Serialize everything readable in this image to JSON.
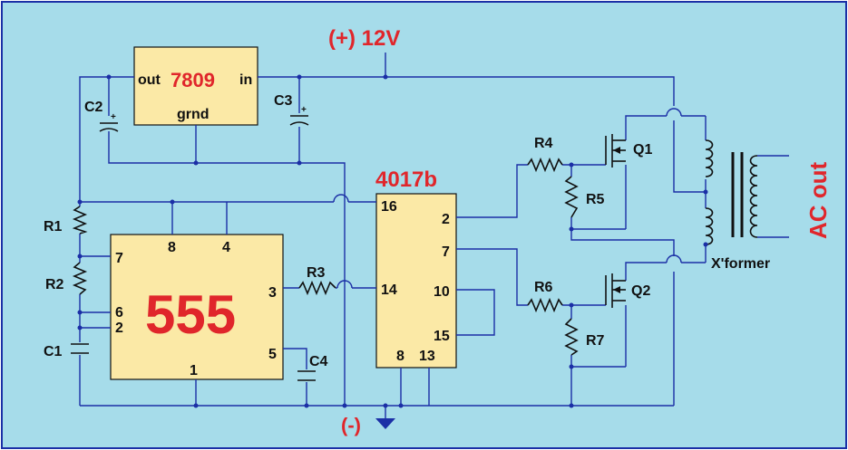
{
  "supply": {
    "positive": "(+) 12V",
    "negative": "(-)"
  },
  "regulator": {
    "name": "7809",
    "out": "out",
    "in": "in",
    "ground": "grnd"
  },
  "timer": {
    "name": "555",
    "pins": {
      "p1": "1",
      "p2": "2",
      "p3": "3",
      "p4": "4",
      "p5": "5",
      "p6": "6",
      "p7": "7",
      "p8": "8"
    }
  },
  "counter": {
    "name": "4017b",
    "pins": {
      "p2": "2",
      "p7": "7",
      "p8": "8",
      "p10": "10",
      "p13": "13",
      "p14": "14",
      "p15": "15",
      "p16": "16"
    }
  },
  "resistors": [
    "R1",
    "R2",
    "R3",
    "R4",
    "R5",
    "R6",
    "R7"
  ],
  "capacitors": [
    "C1",
    "C2",
    "C3",
    "C4"
  ],
  "transistors": [
    "Q1",
    "Q2"
  ],
  "transformer": "X'former",
  "output": "AC out",
  "colors": {
    "background": "#a6dcea",
    "frame": "#1b2fa6",
    "component_fill": "#fbe9a6",
    "label_red": "#e0262b",
    "wire": "#1b2fa6"
  }
}
